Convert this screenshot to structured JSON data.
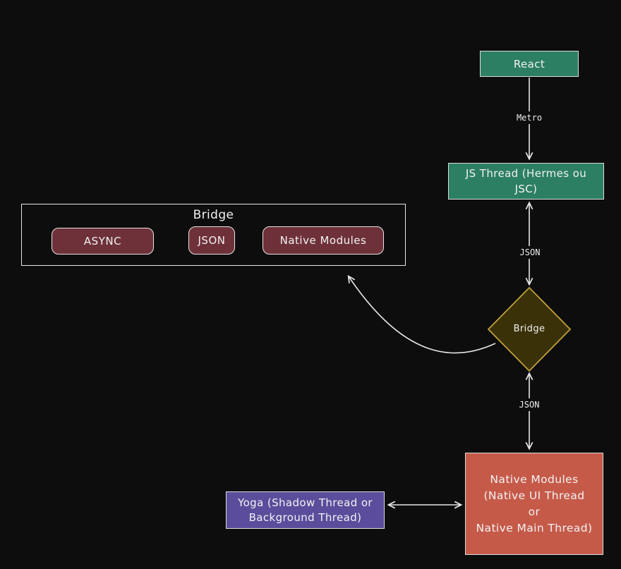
{
  "diagram": {
    "nodes": {
      "react": {
        "label": "React"
      },
      "js_thread": {
        "lines": [
          "JS Thread (Hermes ou",
          "JSC)"
        ]
      },
      "bridge_container": {
        "title": "Bridge",
        "items": [
          {
            "label": "ASYNC"
          },
          {
            "label": "JSON"
          },
          {
            "label": "Native Modules"
          }
        ]
      },
      "bridge_diamond": {
        "label": "Bridge"
      },
      "native_modules": {
        "lines": [
          "Native Modules",
          "(Native UI Thread",
          "or",
          "Native Main Thread)"
        ]
      },
      "yoga": {
        "lines": [
          "Yoga (Shadow Thread or",
          "Background Thread)"
        ]
      }
    },
    "edge_labels": {
      "metro": "Metro",
      "json_upper": "JSON",
      "json_lower": "JSON"
    },
    "colors": {
      "background": "#0d0d0d",
      "green_fill": "#2c7f63",
      "maroon_fill": "#6e3139",
      "diamond_fill": "#3a3108",
      "diamond_stroke": "#bfa03c",
      "salmon_fill": "#c65a49",
      "purple_fill": "#5b4d9c",
      "stroke": "#e6e6e6",
      "text": "#f2f2f2"
    }
  }
}
